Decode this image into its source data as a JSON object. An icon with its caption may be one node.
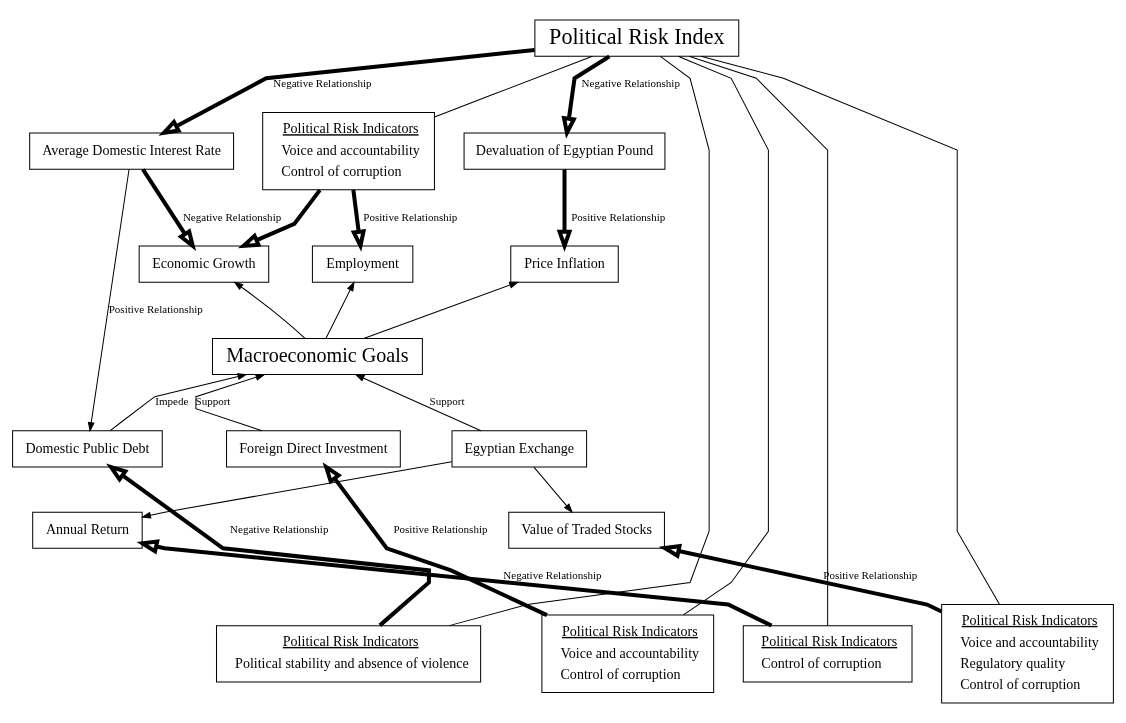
{
  "diagram": {
    "nodes": [
      {
        "text": [
          "Political Risk Index"
        ]
      },
      {
        "text": [
          "Average Domestic Interest Rate"
        ]
      },
      {
        "text": [
          "Political Risk Indicators",
          "Voice and accountability",
          "Control of corruption"
        ]
      },
      {
        "text": [
          "Devaluation of Egyptian Pound"
        ]
      },
      {
        "text": [
          "Economic Growth"
        ]
      },
      {
        "text": [
          "Employment"
        ]
      },
      {
        "text": [
          "Price Inflation"
        ]
      },
      {
        "text": [
          "Macroeconomic Goals"
        ]
      },
      {
        "text": [
          "Domestic Public Debt"
        ]
      },
      {
        "text": [
          "Foreign Direct Investment"
        ]
      },
      {
        "text": [
          "Egyptian Exchange"
        ]
      },
      {
        "text": [
          "Annual Return"
        ]
      },
      {
        "text": [
          "Value of Traded Stocks"
        ]
      },
      {
        "text": [
          "Political Risk Indicators",
          "Political stability and absence of violence"
        ]
      },
      {
        "text": [
          "Political Risk Indicators",
          "Voice and accountability",
          "Control of corruption"
        ]
      },
      {
        "text": [
          "Political Risk Indicators",
          "Control of corruption"
        ]
      },
      {
        "text": [
          "Political Risk Indicators",
          "Voice and accountability",
          "Regulatory quality",
          "Control of corruption"
        ]
      }
    ],
    "edges": [
      {
        "from": 0,
        "to": 1,
        "arrow": "to",
        "label": "Negative Relationship",
        "style": "thick"
      },
      {
        "from": 0,
        "to": 2,
        "arrow": "none"
      },
      {
        "from": 0,
        "to": 3,
        "arrow": "to",
        "label": "Negative Relationship",
        "style": "thick"
      },
      {
        "from": 1,
        "to": 4,
        "arrow": "to",
        "label": "Negative Relationship",
        "style": "thick"
      },
      {
        "from": 2,
        "to": 4,
        "arrow": "to",
        "style": "thick"
      },
      {
        "from": 2,
        "to": 5,
        "arrow": "to",
        "label": "Positive Relationship",
        "style": "thick"
      },
      {
        "from": 3,
        "to": 6,
        "arrow": "to",
        "label": "Positive Relationship",
        "style": "thick"
      },
      {
        "from": 7,
        "to": 4,
        "arrow": "to"
      },
      {
        "from": 7,
        "to": 5,
        "arrow": "to"
      },
      {
        "from": 7,
        "to": 6,
        "arrow": "to"
      },
      {
        "from": 8,
        "to": 7,
        "arrow": "to",
        "label": "Impede"
      },
      {
        "from": 9,
        "to": 7,
        "arrow": "to",
        "label": "Support"
      },
      {
        "from": 10,
        "to": 7,
        "arrow": "to",
        "label": "Support"
      },
      {
        "from": 1,
        "to": 8,
        "arrow": "to",
        "label": "Positive Relationship"
      },
      {
        "from": 10,
        "to": 11,
        "arrow": "to"
      },
      {
        "from": 10,
        "to": 12,
        "arrow": "to"
      },
      {
        "from": 13,
        "to": 8,
        "arrow": "to",
        "label": "Negative Relationship",
        "style": "thick"
      },
      {
        "from": 14,
        "to": 9,
        "arrow": "to",
        "label": "Positive Relationship",
        "style": "thick"
      },
      {
        "from": 15,
        "to": 11,
        "arrow": "to",
        "label": "Negative Relationship",
        "style": "thick"
      },
      {
        "from": 16,
        "to": 12,
        "arrow": "to",
        "label": "Positive Relationship",
        "style": "thick"
      },
      {
        "from": 0,
        "to": 13,
        "arrow": "none"
      },
      {
        "from": 0,
        "to": 14,
        "arrow": "none"
      },
      {
        "from": 0,
        "to": 15,
        "arrow": "none"
      },
      {
        "from": 0,
        "to": 16,
        "arrow": "none"
      }
    ]
  }
}
